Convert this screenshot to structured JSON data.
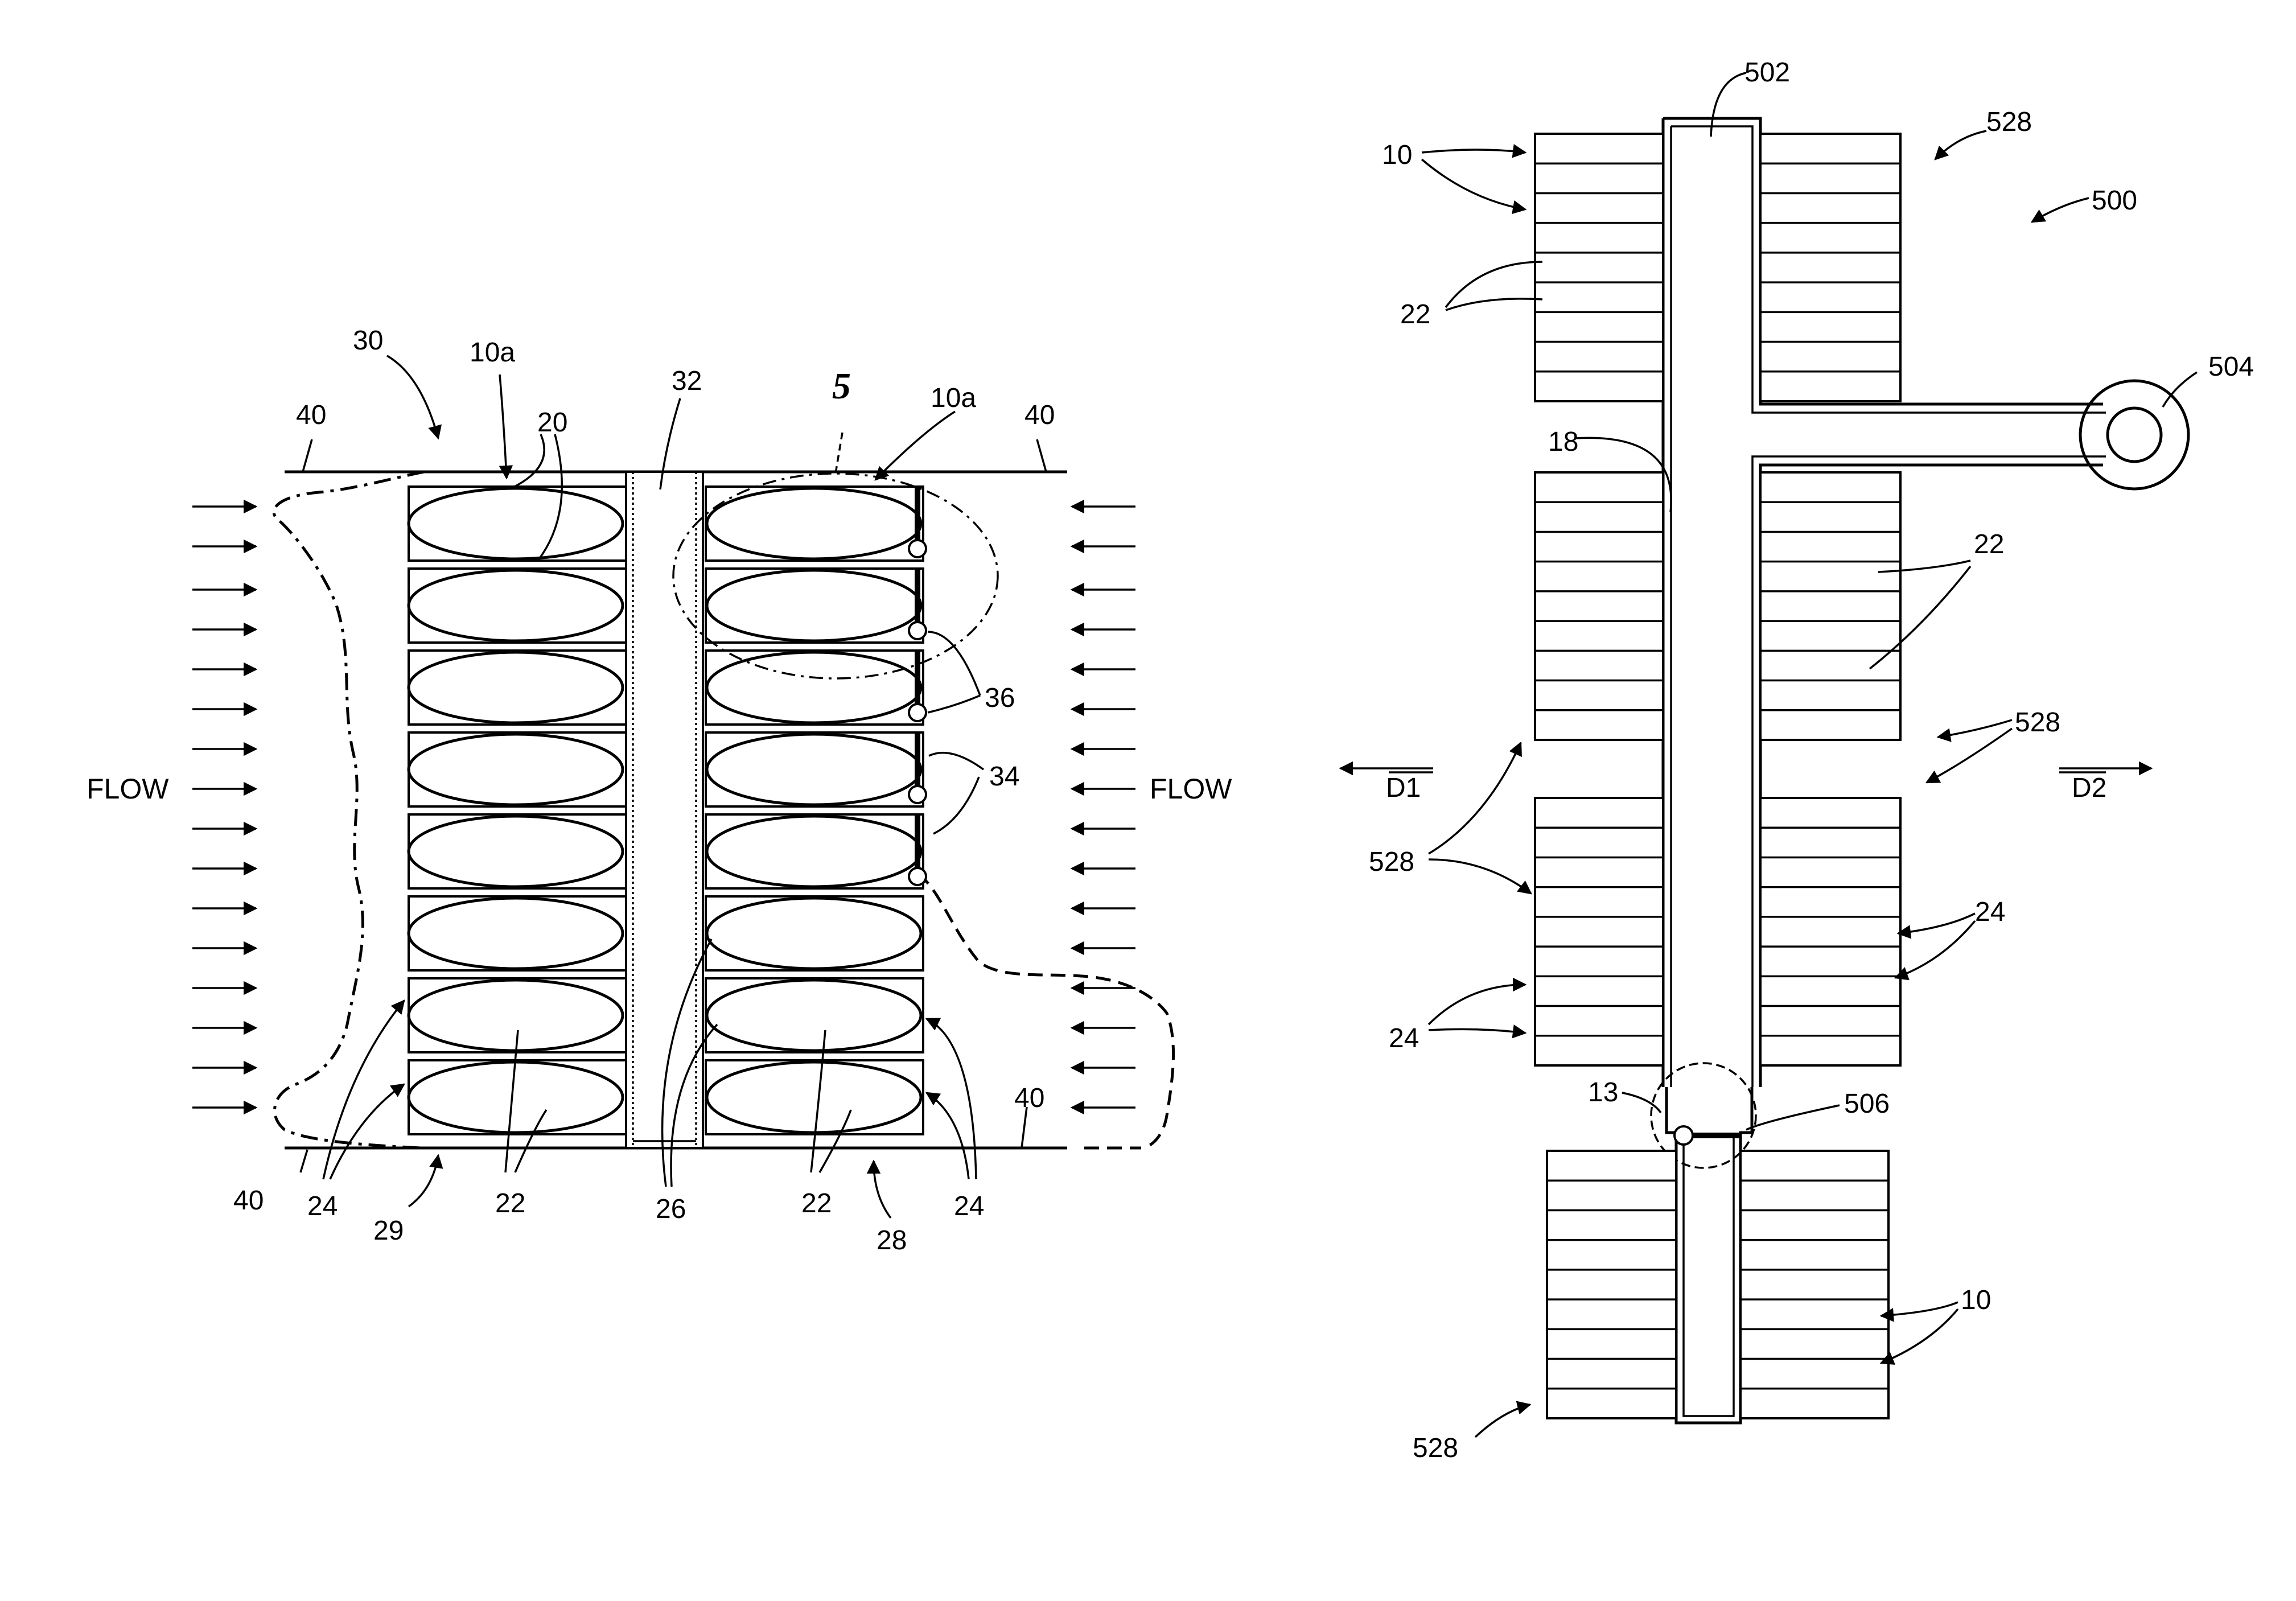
{
  "labels": {
    "flow_left": "FLOW",
    "flow_right": "FLOW",
    "ref_30": "30",
    "ref_10a_left": "10a",
    "ref_32": "32",
    "ref_5": "5",
    "ref_10a_right": "10a",
    "ref_40_top_left": "40",
    "ref_40_top_right": "40",
    "ref_20": "20",
    "ref_36": "36",
    "ref_34": "34",
    "ref_40_bottom_right": "40",
    "ref_40_bottom_left": "40",
    "ref_24_a": "24",
    "ref_29": "29",
    "ref_22_a": "22",
    "ref_26": "26",
    "ref_22_b": "22",
    "ref_28": "28",
    "ref_24_b": "24",
    "ref_502": "502",
    "ref_528_a": "528",
    "ref_10_a": "10",
    "ref_500": "500",
    "ref_22_c": "22",
    "ref_504": "504",
    "ref_18": "18",
    "ref_22_d": "22",
    "ref_528_b": "528",
    "ref_d1": "D1",
    "ref_d2": "D2",
    "ref_528_c": "528",
    "ref_24_c": "24",
    "ref_24_d": "24",
    "ref_13": "13",
    "ref_506": "506",
    "ref_10_b": "10",
    "ref_528_d": "528"
  },
  "colors": {
    "ink": "#000000",
    "paper": "#ffffff"
  }
}
